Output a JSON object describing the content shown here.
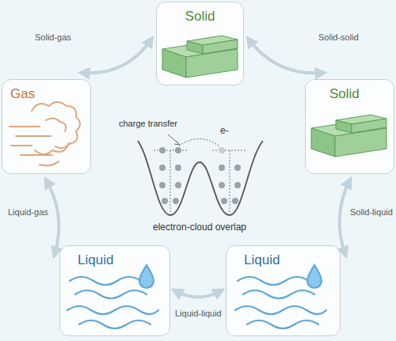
{
  "diagram": {
    "nodes": [
      {
        "text": [
          "Solid"
        ]
      },
      {
        "text": [
          "Gas"
        ]
      },
      {
        "text": [
          "Solid"
        ]
      },
      {
        "text": [
          "Liquid"
        ]
      },
      {
        "text": [
          "Liquid"
        ]
      }
    ],
    "edges": [
      {
        "from": 0,
        "to": 1,
        "label": "Solid-gas",
        "arrow": "both"
      },
      {
        "from": 0,
        "to": 2,
        "label": "Solid-solid",
        "arrow": "both"
      },
      {
        "from": 1,
        "to": 3,
        "label": "Liquid-gas",
        "arrow": "both"
      },
      {
        "from": 2,
        "to": 4,
        "label": "Solid-liquid",
        "arrow": "both"
      },
      {
        "from": 3,
        "to": 4,
        "label": "Liquid-liquid",
        "arrow": "both"
      }
    ],
    "labels": [
      "charge transfer",
      "e-",
      "electron-cloud overlap"
    ]
  }
}
